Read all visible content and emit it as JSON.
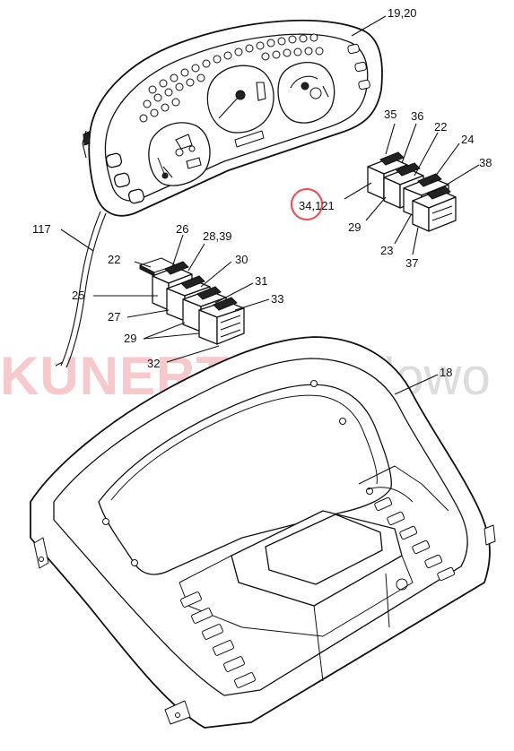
{
  "diagram": {
    "watermark": {
      "brand": "KUNERT",
      "suffix": "Poladowo",
      "brand_color": "#f6c9cc",
      "suffix_color": "#dcdcdc"
    },
    "highlight_color": "#e05860",
    "labels": {
      "instrument_cluster": "19,20",
      "switch_right_top_a": "35",
      "switch_right_top_b": "36",
      "switch_right_22": "22",
      "switch_right_24": "24",
      "switch_right_38": "38",
      "highlighted_part": "34,121",
      "switch_right_29": "29",
      "switch_right_23": "23",
      "switch_right_37": "37",
      "cable": "117",
      "switch_left_26": "26",
      "switch_left_28_39": "28,39",
      "switch_left_22": "22",
      "switch_left_30": "30",
      "switch_left_25": "25",
      "switch_left_31": "31",
      "switch_left_33": "33",
      "switch_left_27": "27",
      "switch_left_29": "29",
      "switch_left_32": "32",
      "dashboard_housing": "18"
    }
  }
}
